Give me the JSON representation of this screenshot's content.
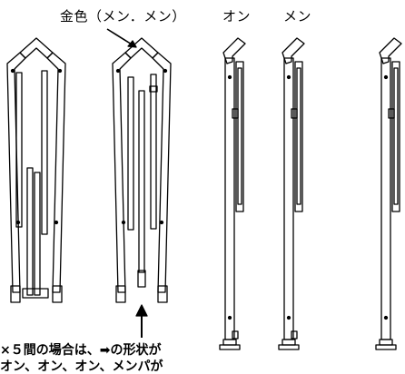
{
  "labels": {
    "gold": "金色（メン．メン）",
    "on": "オン",
    "men": "メン"
  },
  "note": {
    "line1": "×５間の場合は、➡の形状が",
    "line2": "オン、オン、オン、メンパが"
  },
  "colors": {
    "ink": "#000000",
    "paper": "#ffffff"
  }
}
